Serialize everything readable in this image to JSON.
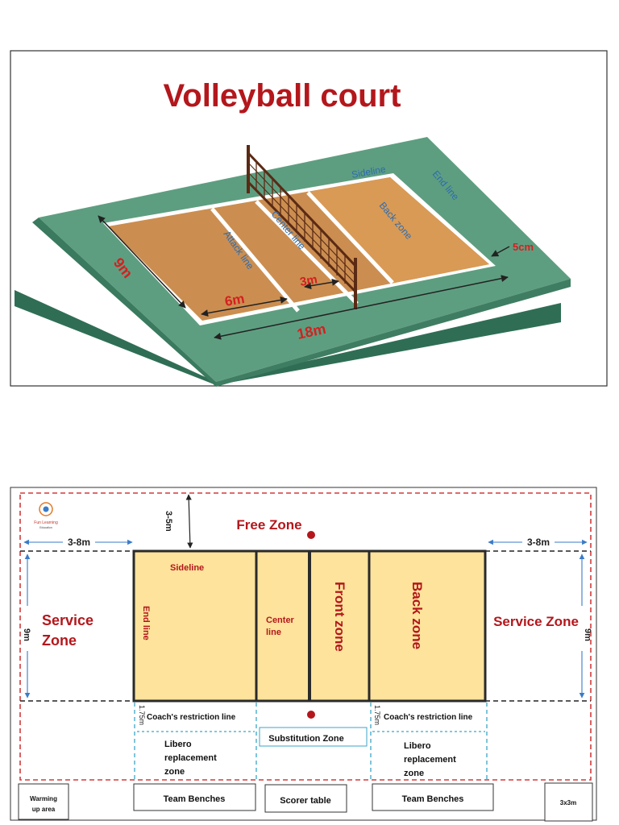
{
  "top": {
    "title": "Volleyball court",
    "labels": {
      "sideline": "Sideline",
      "end_line": "End line",
      "back_zone": "Back zone",
      "center_line": "Center line",
      "attack_line": "Attack line"
    },
    "dims": {
      "width": "9m",
      "attack": "6m",
      "center": "3m",
      "length": "18m",
      "line": "5cm"
    }
  },
  "plan": {
    "logo_name": "Fun Learning",
    "logo_sub": "Education",
    "free_zone": "Free Zone",
    "free_zone_dim": "3-5m",
    "service_left_dim": "3-8m",
    "service_right_dim": "3-8m",
    "service_left_line1": "Service",
    "service_left_line2": "Zone",
    "service_right": "Service Zone",
    "width_left": "9m",
    "width_right": "9m",
    "sideline": "Sideline",
    "end_line": "End line",
    "center_line1": "Center",
    "center_line2": "line",
    "front_zone": "Front zone",
    "back_zone": "Back zone",
    "coach_dim_left": "1.75m",
    "coach_dim_right": "1.75m",
    "coach_left": "Coach's restriction line",
    "coach_right": "Coach's restriction line",
    "substitution": "Substitution Zone",
    "libero_left": [
      "Libero",
      "replacement",
      "zone"
    ],
    "libero_right": [
      "Libero",
      "replacement",
      "zone"
    ],
    "warming_line1": "Warming",
    "warming_line2": "up area",
    "team_benches_left": "Team Benches",
    "scorer_table": "Scorer table",
    "team_benches_right": "Team Benches",
    "warmup_size": "3x3m"
  },
  "colors": {
    "title_red": "#b3171c",
    "label_blue": "#2b6cb0",
    "court_tan": "#c98d4e",
    "court_floor": "#5a9a7e",
    "plan_court": "#fde39b",
    "zone_red": "#b3171c",
    "dashed_blue": "#3aa6c8"
  }
}
